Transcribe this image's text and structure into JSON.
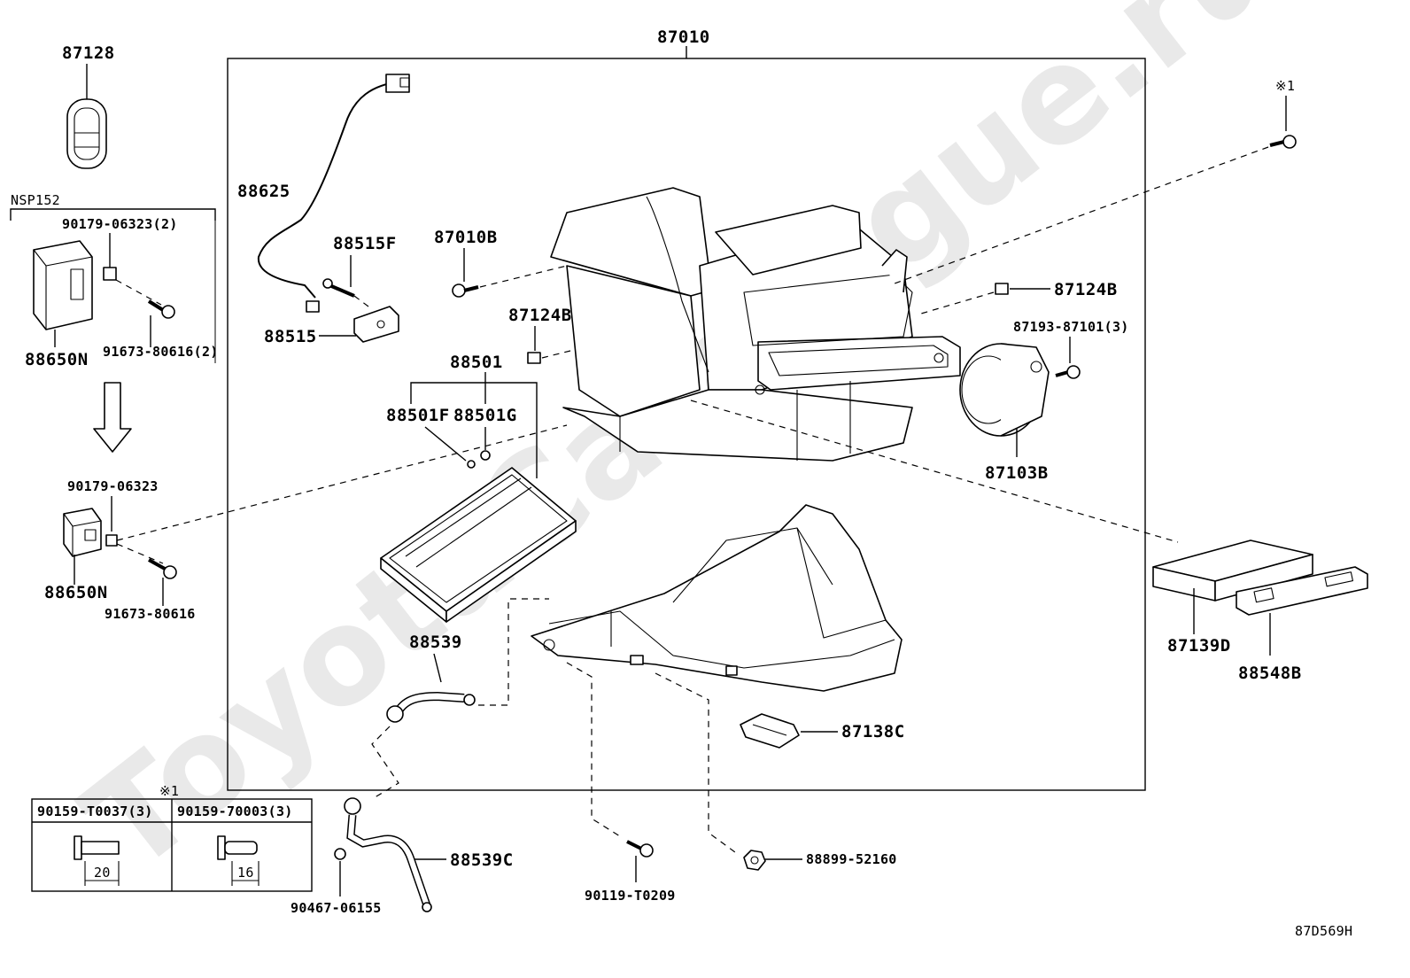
{
  "diagram_code": "87D569H",
  "watermark": "ToyotaCatalogue.ru",
  "note_symbol": "※1",
  "variant_label": "NSP152",
  "parts": {
    "p87010": "87010",
    "p87128": "87128",
    "p88625": "88625",
    "p88515F": "88515F",
    "p88515": "88515",
    "p87010B": "87010B",
    "p87124B_left": "87124B",
    "p87124B_right": "87124B",
    "p87193": "87193-87101(3)",
    "p88501": "88501",
    "p88501F": "88501F",
    "p88501G": "88501G",
    "p87103B": "87103B",
    "p87139D": "87139D",
    "p88548B": "88548B",
    "p88539": "88539",
    "p87138C": "87138C",
    "p88539C": "88539C",
    "p90467": "90467-06155",
    "p90119": "90119-T0209",
    "p88899": "88899-52160",
    "p90179_top": "90179-06323(2)",
    "p91673_top": "91673-80616(2)",
    "p88650N_top": "88650N",
    "p90179_bot": "90179-06323",
    "p91673_bot": "91673-80616",
    "p88650N_bot": "88650N"
  },
  "bolt_table": {
    "col1_header": "90159-T0037(3)",
    "col2_header": "90159-70003(3)",
    "col1_length": "20",
    "col2_length": "16"
  }
}
